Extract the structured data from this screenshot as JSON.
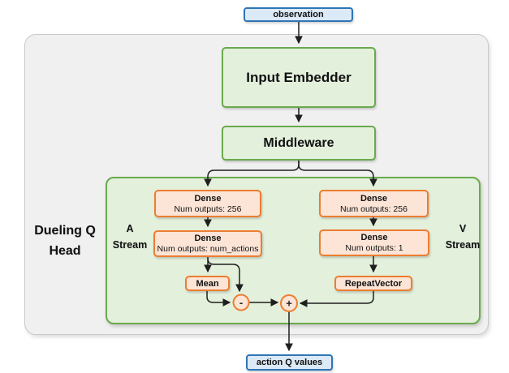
{
  "diagram": {
    "outer_label": {
      "line1": "Dueling Q",
      "line2": "Head"
    },
    "streams": {
      "a": {
        "line1": "A",
        "line2": "Stream"
      },
      "v": {
        "line1": "V",
        "line2": "Stream"
      }
    },
    "nodes": {
      "observation": {
        "label": "observation"
      },
      "input_embedder": {
        "label": "Input Embedder"
      },
      "middleware": {
        "label": "Middleware"
      },
      "dense_a1": {
        "title": "Dense",
        "subtitle": "Num outputs: 256"
      },
      "dense_a2": {
        "title": "Dense",
        "subtitle": "Num outputs: num_actions"
      },
      "dense_v1": {
        "title": "Dense",
        "subtitle": "Num outputs: 256"
      },
      "dense_v2": {
        "title": "Dense",
        "subtitle": "Num outputs: 1"
      },
      "mean": {
        "label": "Mean"
      },
      "repeat_vector": {
        "label": "RepeatVector"
      },
      "action_q_values": {
        "label": "action Q values"
      }
    },
    "operators": {
      "subtract": "-",
      "add": "+"
    },
    "colors": {
      "io_border": "#2E75B6",
      "io_fill": "#DCE9F7",
      "green_border": "#6AAA4E",
      "green_fill": "#E3F0DC",
      "orange_border": "#ED7D31",
      "orange_fill": "#FCE4D6",
      "container_fill": "#F0F0F0",
      "container_border": "#C9C9C9",
      "arrow": "#1F1F1F"
    }
  }
}
